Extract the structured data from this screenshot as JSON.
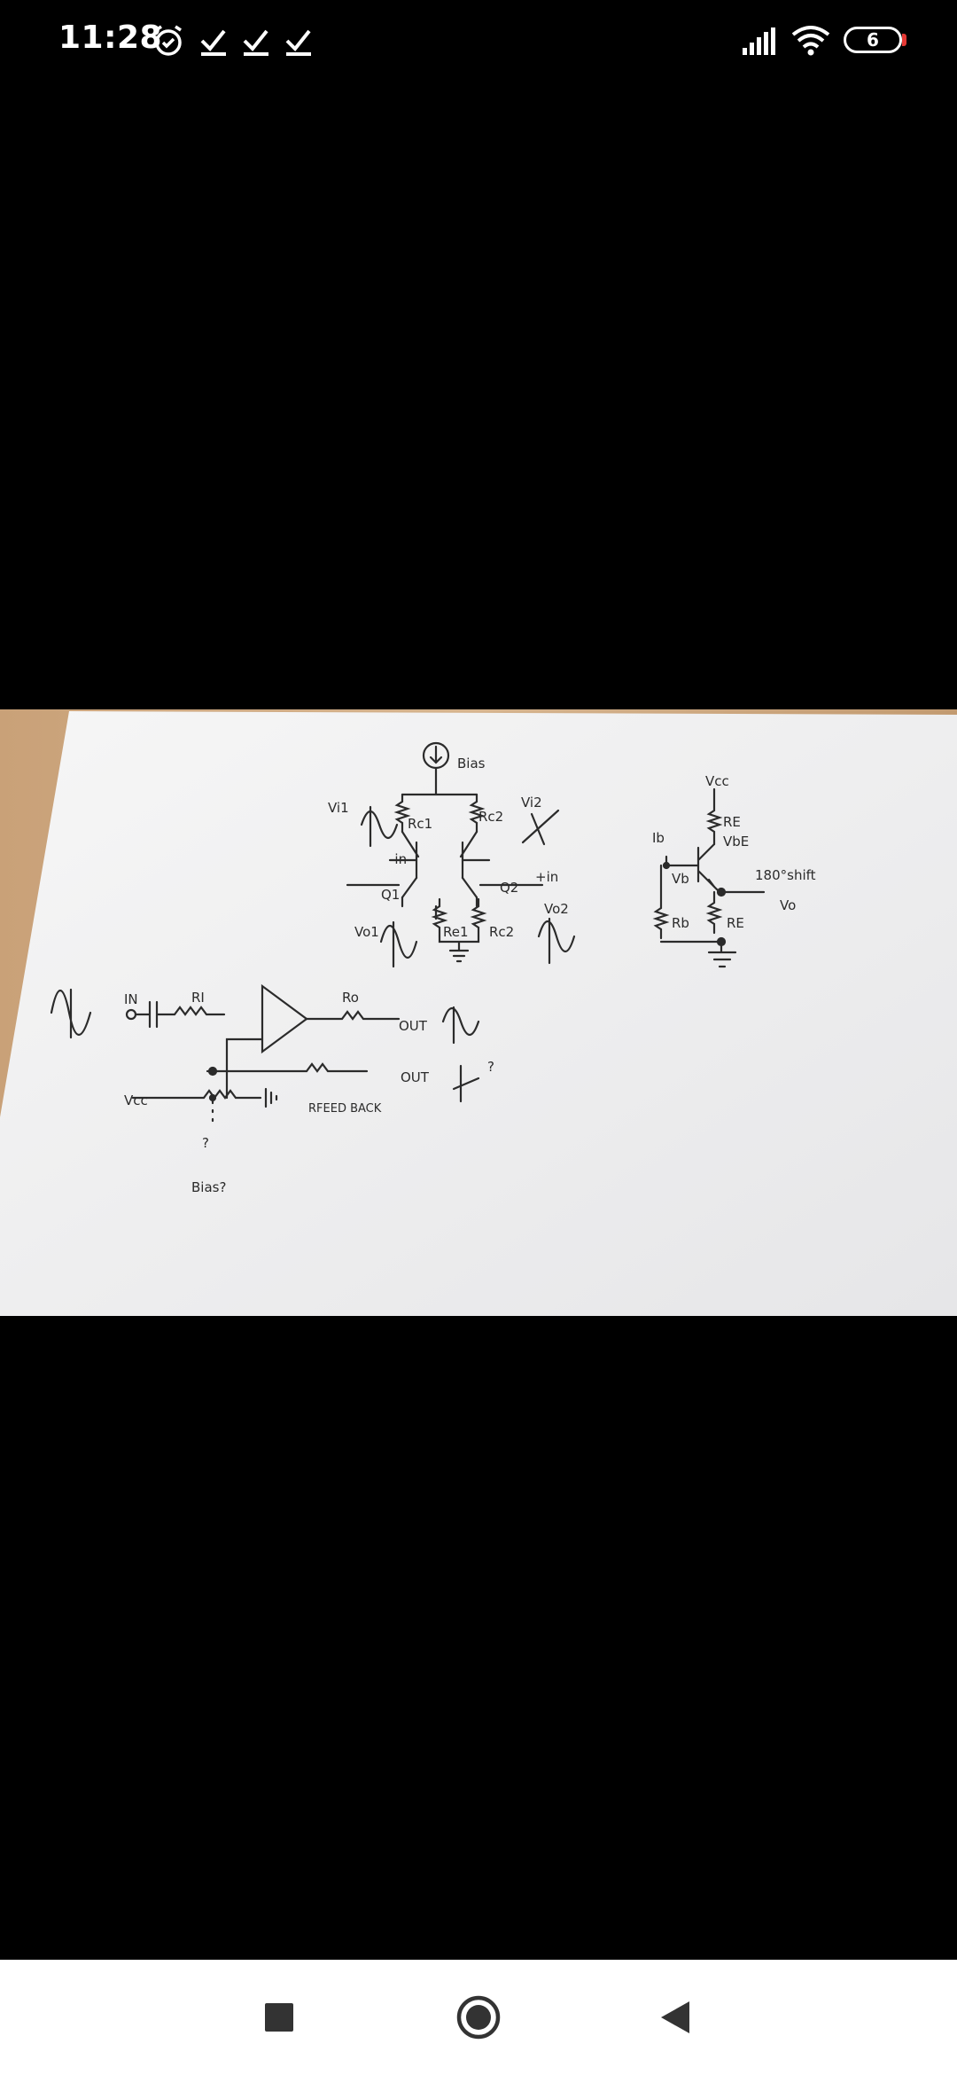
{
  "status_bar": {
    "time": "11:28",
    "battery_level": "6",
    "icons": [
      "alarm-icon",
      "download-done-icon",
      "download-done-icon",
      "download-done-icon",
      "signal-icon",
      "wifi-icon",
      "battery-icon"
    ]
  },
  "photo": {
    "labels": {
      "bias_top": "Bias",
      "vi1": "Vi1",
      "rc1": "Rc1",
      "rc2_top": "Rc2",
      "vi2": "Vi2",
      "minus_in": "-in",
      "q1": "Q1",
      "q2": "Q2",
      "plus_in": "+in",
      "vo1": "Vo1",
      "vo2": "Vo2",
      "re1": "Re1",
      "rc2_bottom": "Rc2",
      "vcc_right": "Vcc",
      "re_top": "RE",
      "vbe": "VbE",
      "ib": "Ib",
      "shift": "180°shift",
      "vb": "Vb",
      "vo": "Vo",
      "rb": "Rb",
      "re_bottom": "RE",
      "in": "IN",
      "ri": "RI",
      "ro": "Ro",
      "out1": "OUT",
      "out2": "OUT",
      "question1": "?",
      "rfeedback": "RFEED BACK",
      "vcc_left": "Vcc",
      "question2": "?",
      "bias_bottom": "Bias?"
    }
  },
  "nav": {
    "recents": "recents-button",
    "home": "home-button",
    "back": "back-button"
  }
}
